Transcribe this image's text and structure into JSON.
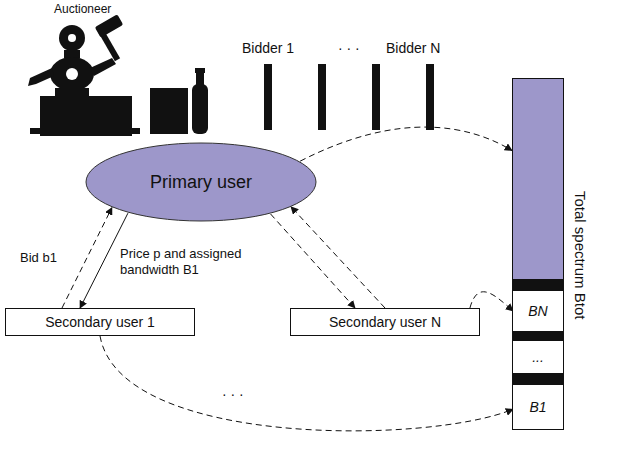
{
  "diagram": {
    "nodes": [
      {
        "text": [
          "Primary user"
        ]
      },
      {
        "text": [
          "Secondary user 1"
        ]
      },
      {
        "text": [
          "Secondary user N"
        ]
      },
      {
        "text": [
          "Total spectrum Btot"
        ]
      },
      {
        "text": [
          "BN"
        ],
        "in": 3
      },
      {
        "text": [
          "..."
        ],
        "in": 3
      },
      {
        "text": [
          "B1"
        ],
        "in": 3
      }
    ],
    "edges": [
      {
        "from": 1,
        "to": 0,
        "arrow": "to",
        "label": "Bid b1"
      },
      {
        "from": 0,
        "to": 1,
        "arrow": "to",
        "label": "Price p and assigned bandwidth B1"
      },
      {
        "from": 0,
        "to": 2,
        "arrow": "to"
      },
      {
        "from": 2,
        "to": 0,
        "arrow": "to"
      },
      {
        "from": 0,
        "to": 3,
        "arrow": "to"
      },
      {
        "from": 2,
        "to": 4,
        "arrow": "to"
      },
      {
        "from": 1,
        "to": 6,
        "arrow": "to"
      }
    ],
    "labels": [
      "Auctioneer",
      "Bidder 1",
      "· · ·",
      "Bidder N",
      "· · ·"
    ]
  }
}
